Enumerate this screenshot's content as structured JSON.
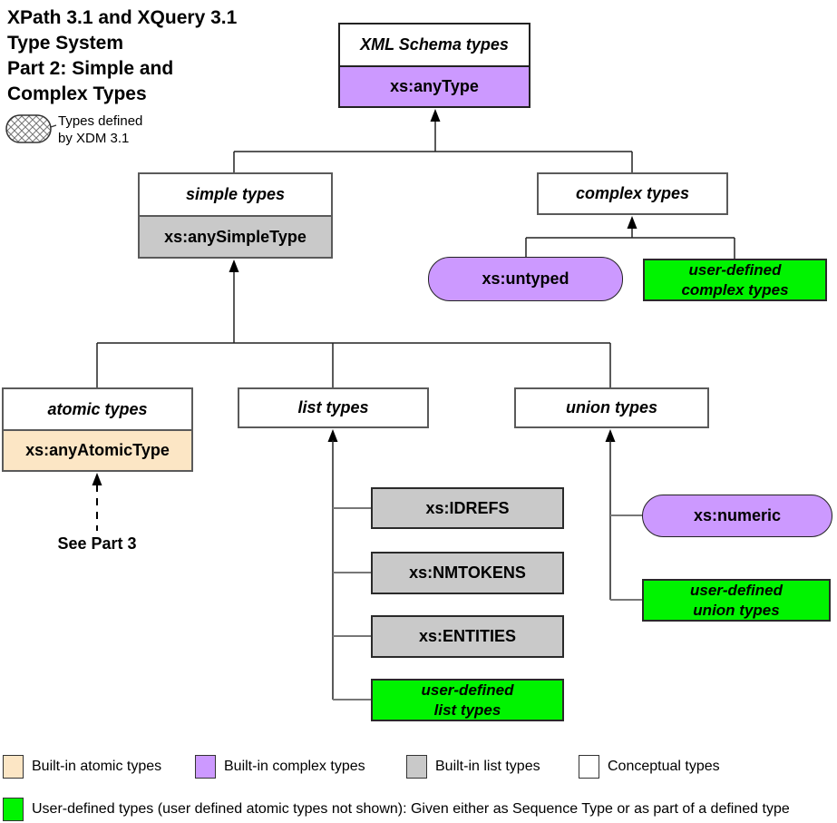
{
  "title": {
    "lines": [
      "XPath 3.1 and XQuery 3.1",
      "Type System",
      "Part 2: Simple and",
      "Complex Types"
    ]
  },
  "xdm_legend": {
    "icon": "hatched-pill-icon",
    "line1": "Types defined",
    "line2": "by XDM 3.1"
  },
  "nodes": {
    "xml_schema": {
      "header": "XML Schema types",
      "body": "xs:anyType"
    },
    "simple": {
      "header": "simple types",
      "body": "xs:anySimpleType"
    },
    "complex": {
      "header": "complex types"
    },
    "untyped": {
      "label": "xs:untyped"
    },
    "user_complex": {
      "line1": "user-defined",
      "line2": "complex types"
    },
    "atomic": {
      "header": "atomic types",
      "body": "xs:anyAtomicType"
    },
    "list": {
      "header": "list types"
    },
    "union": {
      "header": "union types"
    },
    "idrefs": {
      "label": "xs:IDREFS"
    },
    "nmtokens": {
      "label": "xs:NMTOKENS"
    },
    "entities": {
      "label": "xs:ENTITIES"
    },
    "user_list": {
      "line1": "user-defined",
      "line2": "list types"
    },
    "numeric": {
      "label": "xs:numeric"
    },
    "user_union": {
      "line1": "user-defined",
      "line2": "union types"
    }
  },
  "annotations": {
    "see_part_3": "See Part 3"
  },
  "legend": {
    "items": [
      {
        "label": "Built-in atomic types",
        "color": "#FCE6C5"
      },
      {
        "label": "Built-in complex types",
        "color": "#CC99FF"
      },
      {
        "label": "Built-in list types",
        "color": "#C9C9C9"
      },
      {
        "label": "Conceptual types",
        "color": "#FFFFFF"
      }
    ],
    "user_defined": {
      "label": "User-defined types (user defined atomic types not shown):  Given either as Sequence Type or as part of a defined type",
      "color": "#00F400"
    }
  },
  "colors": {
    "built_in_complex": "#CC99FF",
    "built_in_list": "#C9C9C9",
    "built_in_atomic": "#FCE6C5",
    "user_defined": "#00F400",
    "conceptual": "#FFFFFF"
  }
}
